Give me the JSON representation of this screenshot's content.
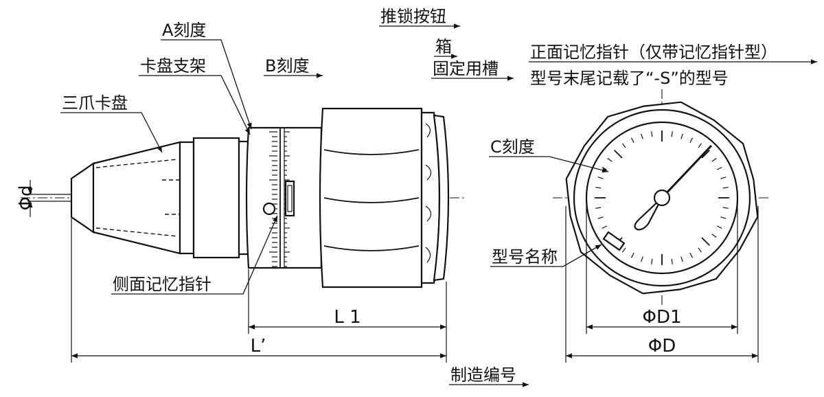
{
  "labels": {
    "a_scale": "A刻度",
    "push_lock_button": "推锁按钮",
    "box": "箱",
    "fixing_groove": "固定用槽",
    "chuck_bracket": "卡盘支架",
    "b_scale": "B刻度",
    "three_jaw_chuck": "三爪卡盘",
    "side_memory_pointer": "侧面记忆指针",
    "front_memory_pointer_line1": "正面记忆指针（仅带记忆指针型）",
    "front_memory_pointer_line2": "型号末尾记载了“-S”的型号",
    "c_scale": "C刻度",
    "model_name": "型号名称",
    "serial_number": "制造编号"
  },
  "dimensions": {
    "phi_d": "Φd",
    "l1": "L 1",
    "l_prime": "L’",
    "phi_d1": "ΦD1",
    "phi_D": "ΦD"
  }
}
